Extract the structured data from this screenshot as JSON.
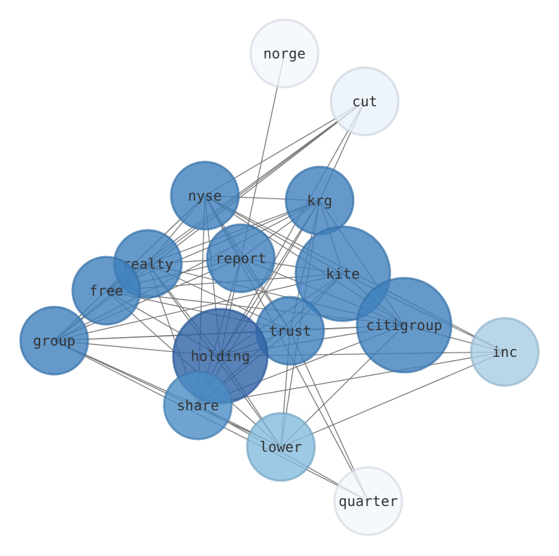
{
  "graph": {
    "nodes": [
      {
        "id": "norge",
        "label": "norge",
        "color": "#f2f7fd",
        "opacity": 0.75
      },
      {
        "id": "cut",
        "label": "cut",
        "color": "#e8f0fa",
        "opacity": 0.75
      },
      {
        "id": "nyse",
        "label": "nyse",
        "color": "#3d7fbd",
        "opacity": 0.8
      },
      {
        "id": "krg",
        "label": "krg",
        "color": "#3d7fbd",
        "opacity": 0.8
      },
      {
        "id": "report",
        "label": "report",
        "color": "#3d7fbd",
        "opacity": 0.8
      },
      {
        "id": "realty",
        "label": "realty",
        "color": "#3d7fbd",
        "opacity": 0.8
      },
      {
        "id": "kite",
        "label": "kite",
        "color": "#3d7fbd",
        "opacity": 0.8
      },
      {
        "id": "free",
        "label": "free",
        "color": "#3d7fbd",
        "opacity": 0.8
      },
      {
        "id": "trust",
        "label": "trust",
        "color": "#3d7fbd",
        "opacity": 0.8
      },
      {
        "id": "citigroup",
        "label": "citigroup",
        "color": "#3d7fbd",
        "opacity": 0.8
      },
      {
        "id": "group",
        "label": "group",
        "color": "#3d7fbd",
        "opacity": 0.8
      },
      {
        "id": "inc",
        "label": "inc",
        "color": "#a7cde4",
        "opacity": 0.8
      },
      {
        "id": "holding",
        "label": "holding",
        "color": "#2f63a8",
        "opacity": 0.8
      },
      {
        "id": "share",
        "label": "share",
        "color": "#4b8dc6",
        "opacity": 0.8
      },
      {
        "id": "lower",
        "label": "lower",
        "color": "#84bbdd",
        "opacity": 0.8
      },
      {
        "id": "quarter",
        "label": "quarter",
        "color": "#f2f7fd",
        "opacity": 0.75
      }
    ],
    "edges": [
      [
        "norge",
        "holding"
      ],
      [
        "cut",
        "nyse"
      ],
      [
        "cut",
        "realty"
      ],
      [
        "cut",
        "free"
      ],
      [
        "cut",
        "group"
      ],
      [
        "cut",
        "krg"
      ],
      [
        "cut",
        "holding"
      ],
      [
        "nyse",
        "krg"
      ],
      [
        "nyse",
        "report"
      ],
      [
        "nyse",
        "kite"
      ],
      [
        "nyse",
        "citigroup"
      ],
      [
        "nyse",
        "trust"
      ],
      [
        "nyse",
        "holding"
      ],
      [
        "nyse",
        "share"
      ],
      [
        "nyse",
        "free"
      ],
      [
        "nyse",
        "group"
      ],
      [
        "nyse",
        "realty"
      ],
      [
        "nyse",
        "inc"
      ],
      [
        "nyse",
        "quarter"
      ],
      [
        "krg",
        "report"
      ],
      [
        "krg",
        "realty"
      ],
      [
        "krg",
        "free"
      ],
      [
        "krg",
        "group"
      ],
      [
        "krg",
        "holding"
      ],
      [
        "krg",
        "share"
      ],
      [
        "krg",
        "citigroup"
      ],
      [
        "krg",
        "trust"
      ],
      [
        "krg",
        "lower"
      ],
      [
        "krg",
        "kite"
      ],
      [
        "report",
        "realty"
      ],
      [
        "report",
        "kite"
      ],
      [
        "report",
        "trust"
      ],
      [
        "report",
        "share"
      ],
      [
        "report",
        "citigroup"
      ],
      [
        "report",
        "free"
      ],
      [
        "report",
        "group"
      ],
      [
        "realty",
        "free"
      ],
      [
        "realty",
        "holding"
      ],
      [
        "realty",
        "share"
      ],
      [
        "realty",
        "lower"
      ],
      [
        "realty",
        "trust"
      ],
      [
        "realty",
        "citigroup"
      ],
      [
        "realty",
        "group"
      ],
      [
        "kite",
        "free"
      ],
      [
        "kite",
        "group"
      ],
      [
        "kite",
        "holding"
      ],
      [
        "kite",
        "share"
      ],
      [
        "kite",
        "trust"
      ],
      [
        "kite",
        "citigroup"
      ],
      [
        "kite",
        "inc"
      ],
      [
        "free",
        "holding"
      ],
      [
        "free",
        "trust"
      ],
      [
        "free",
        "citigroup"
      ],
      [
        "free",
        "lower"
      ],
      [
        "free",
        "group"
      ],
      [
        "trust",
        "holding"
      ],
      [
        "trust",
        "share"
      ],
      [
        "trust",
        "group"
      ],
      [
        "trust",
        "citigroup"
      ],
      [
        "trust",
        "quarter"
      ],
      [
        "trust",
        "lower"
      ],
      [
        "citigroup",
        "group"
      ],
      [
        "citigroup",
        "holding"
      ],
      [
        "citigroup",
        "share"
      ],
      [
        "citigroup",
        "lower"
      ],
      [
        "citigroup",
        "inc"
      ],
      [
        "group",
        "holding"
      ],
      [
        "group",
        "share"
      ],
      [
        "group",
        "lower"
      ],
      [
        "group",
        "quarter"
      ],
      [
        "inc",
        "holding"
      ],
      [
        "inc",
        "share"
      ],
      [
        "inc",
        "lower"
      ],
      [
        "holding",
        "share"
      ],
      [
        "holding",
        "lower"
      ],
      [
        "share",
        "lower"
      ],
      [
        "share",
        "quarter"
      ]
    ]
  }
}
